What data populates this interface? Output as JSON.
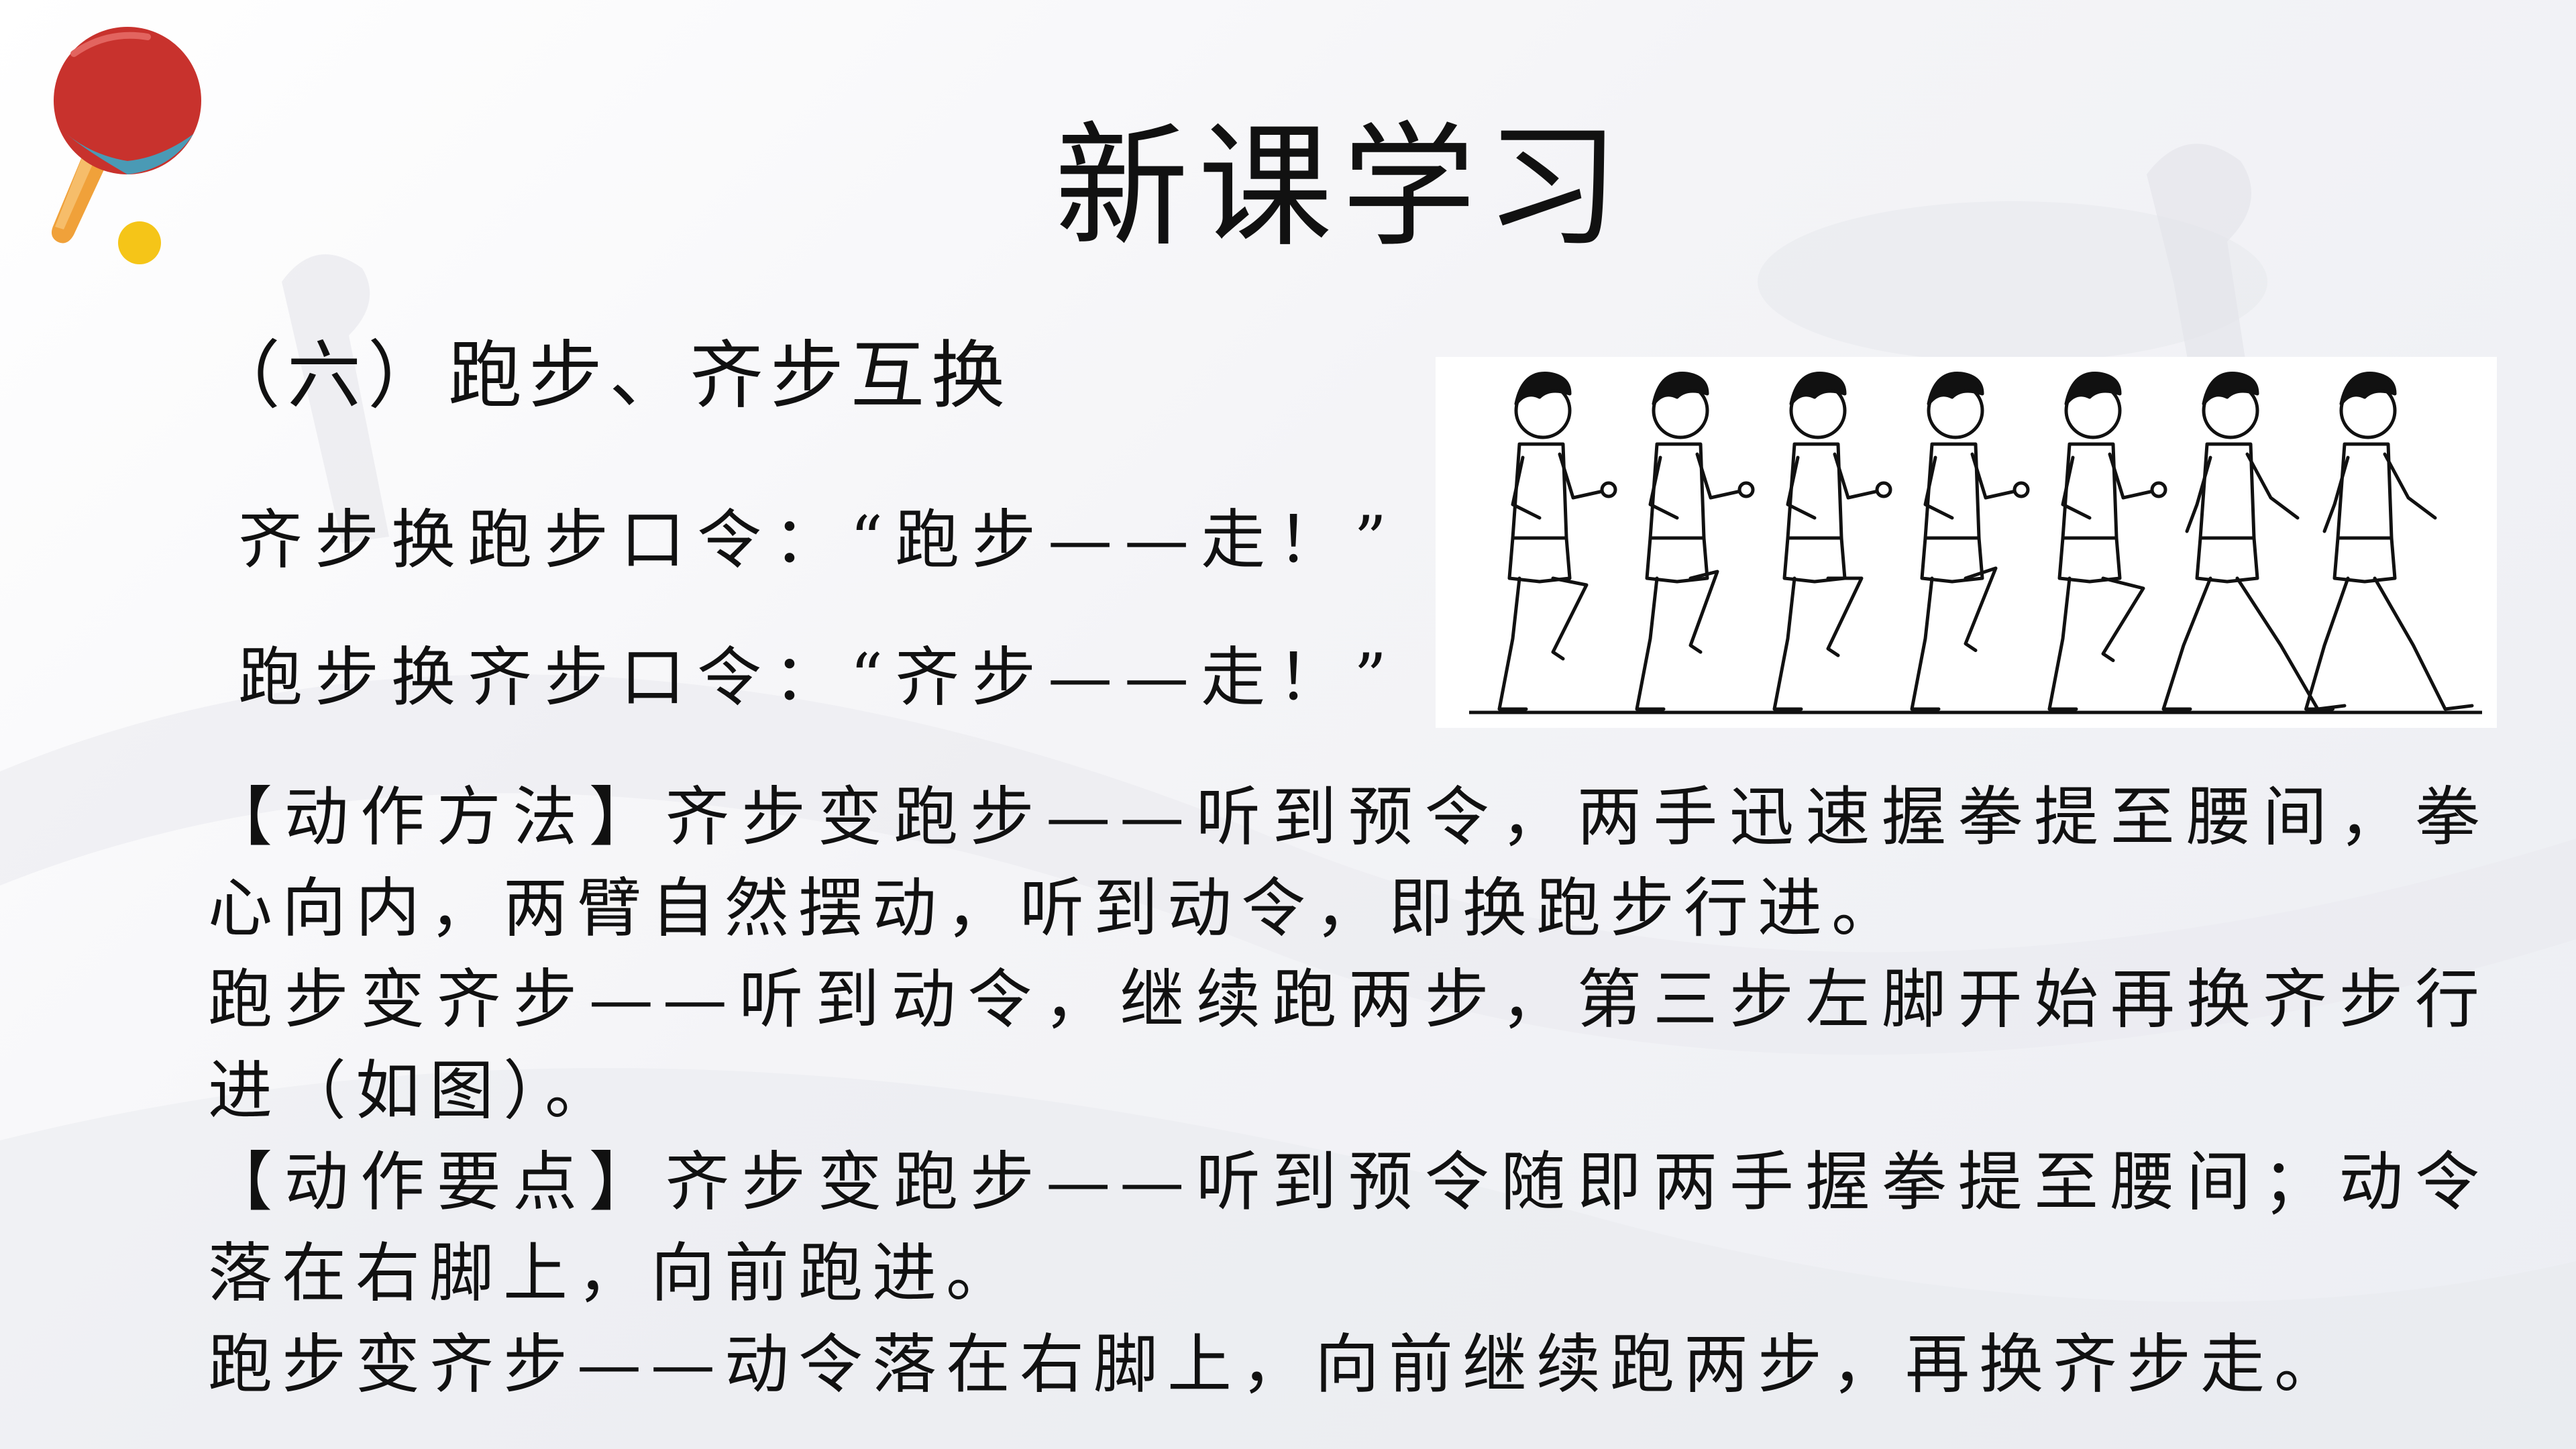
{
  "slide": {
    "title": "新课学习",
    "subtitle": "（六）跑步、齐步互换",
    "commands": [
      "齐步换跑步口令：“跑步——走！”",
      "跑步换齐步口令：“齐步——走！”"
    ],
    "body": [
      "【动作方法】齐步变跑步——听到预令，两手迅速握拳提至腰间，拳心向内，两臂自然摆动，听到动令，即换跑步行进。",
      "跑步变齐步——听到动令，继续跑两步，第三步左脚开始再换齐步行进（如图）。",
      "【动作要点】齐步变跑步——听到预令随即两手握拳提至腰间；动令落在右脚上，向前跑进。",
      "跑步变齐步——动令落在右脚上，向前继续跑两步，再换齐步走。"
    ]
  },
  "logo": {
    "icon": "ping-pong-paddle-icon",
    "paddle_color": "#c8322d",
    "rubber_band_color": "#4a9ab5",
    "handle_color": "#f0a13a",
    "ball_color": "#f5c518"
  },
  "illustration": {
    "icon": "marching-figures-sequence",
    "figures": 7
  }
}
